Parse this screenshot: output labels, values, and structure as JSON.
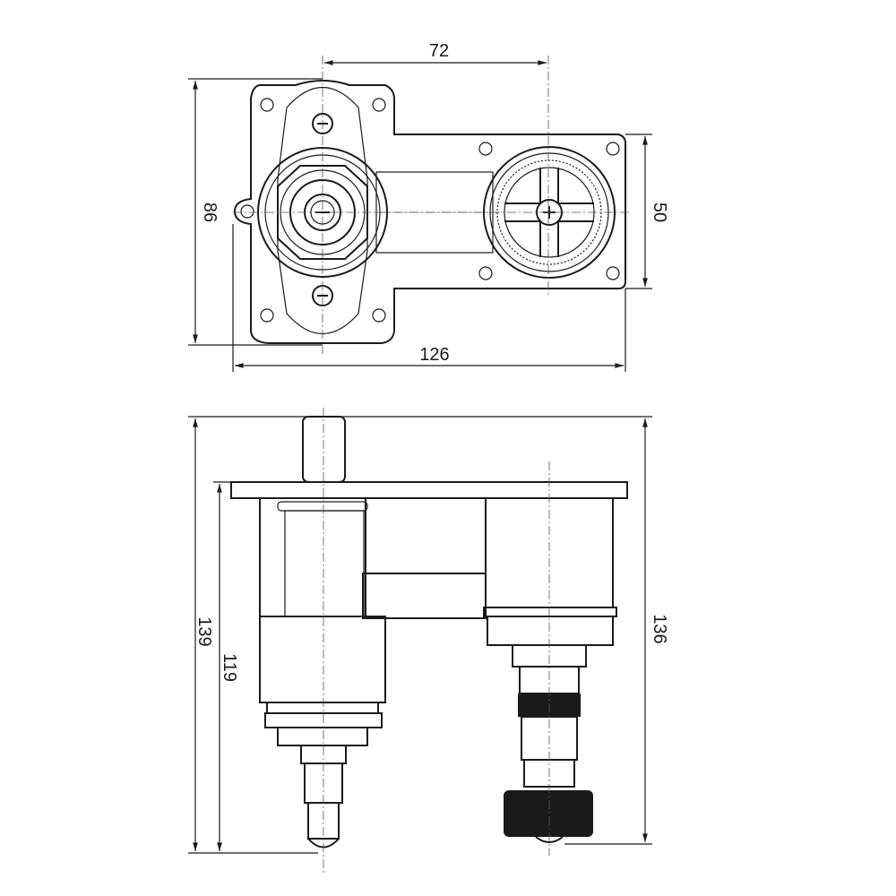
{
  "drawing": {
    "top_view": {
      "dimensions": {
        "center_distance": "72",
        "height": "86",
        "right_plate_height": "50",
        "total_width": "126"
      }
    },
    "side_view": {
      "dimensions": {
        "total_height": "139",
        "body_height": "119",
        "right_height": "136"
      }
    }
  }
}
